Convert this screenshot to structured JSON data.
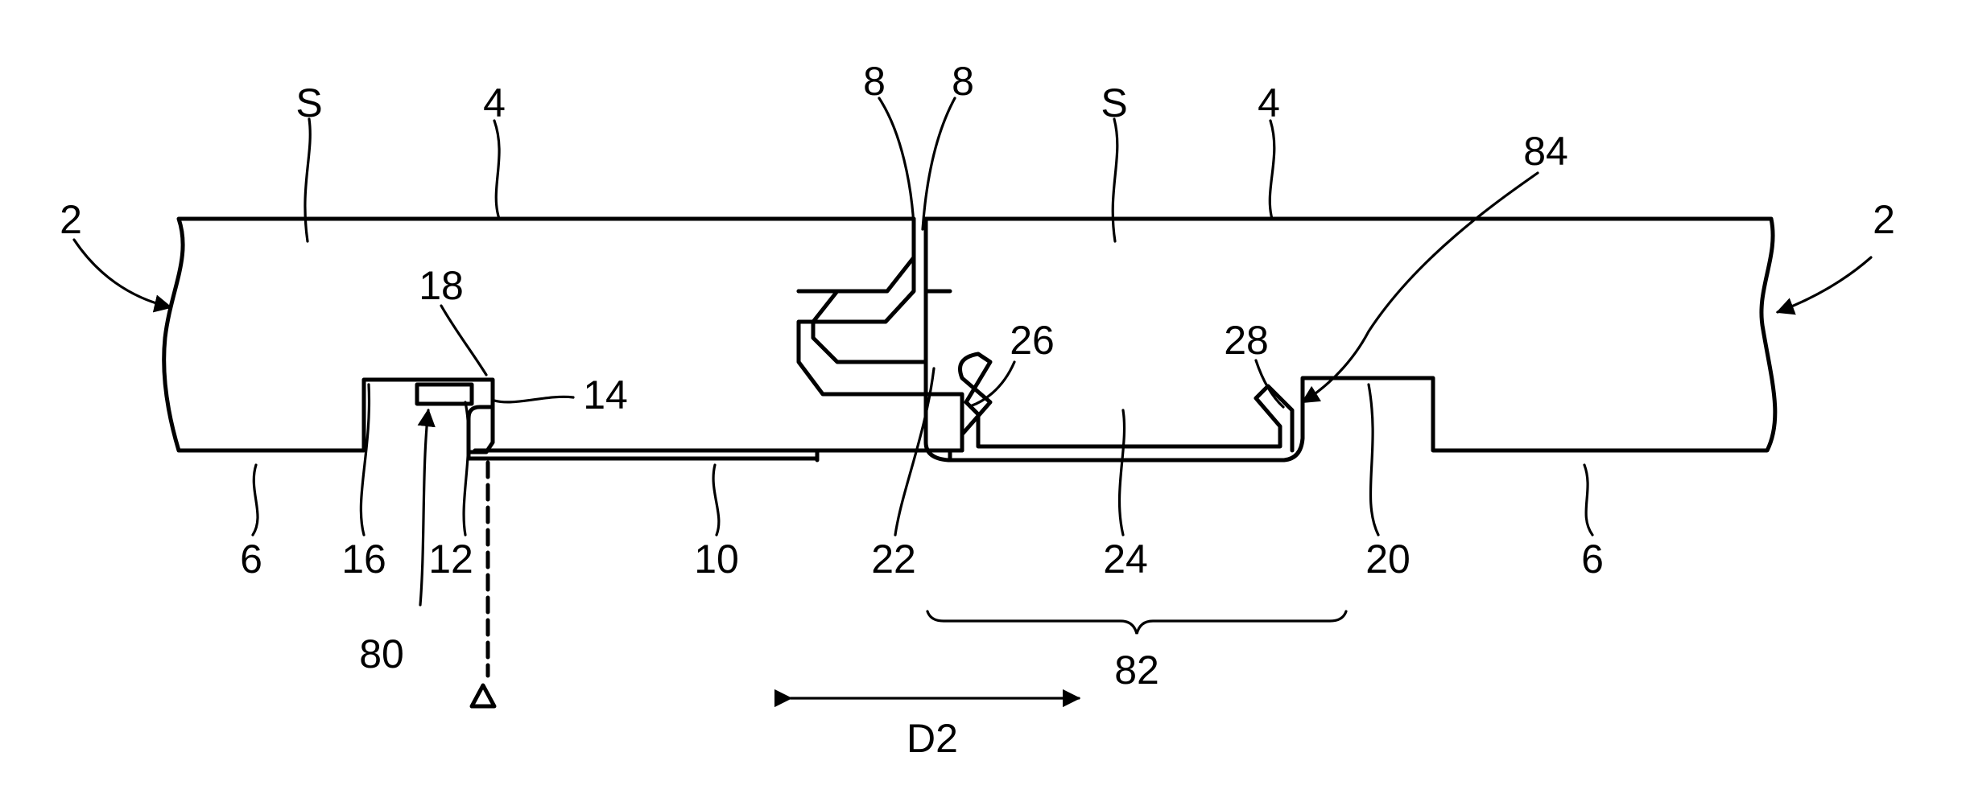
{
  "figure": {
    "labels": {
      "panel_left": "2",
      "panel_right": "2",
      "surface_left": "S",
      "surface_right": "S",
      "top_left": "4",
      "top_right": "4",
      "bottom_left": "6",
      "bottom_right": "6",
      "edge_a": "8",
      "edge_b": "8",
      "strip": "10",
      "lip": "12",
      "groove": "14",
      "recess_left": "16",
      "corner": "18",
      "recess_right": "20",
      "tongue": "22",
      "channel": "24",
      "hook_left": "26",
      "hook_right": "28",
      "lock_left": "80",
      "span": "82",
      "lock_right": "84",
      "direction": "D2"
    }
  }
}
